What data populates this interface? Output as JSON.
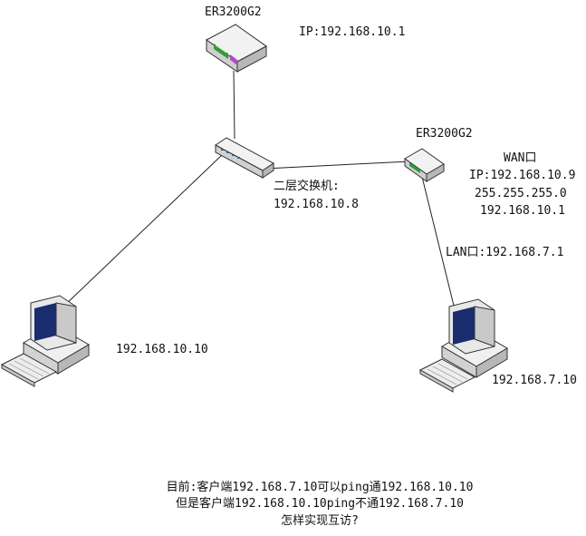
{
  "devices": {
    "router_top": {
      "name": "ER3200G2",
      "ip": "IP:192.168.10.1"
    },
    "switch": {
      "name": "二层交换机:",
      "ip": "192.168.10.8"
    },
    "router_right": {
      "name": "ER3200G2",
      "wan_title": "WAN口",
      "wan_ip": "IP:192.168.10.9",
      "wan_mask": "255.255.255.0",
      "wan_gateway": "192.168.10.1",
      "lan": "LAN口:192.168.7.1"
    },
    "pc_left": {
      "ip": "192.168.10.10"
    },
    "pc_right": {
      "ip": "192.168.7.10"
    }
  },
  "question": {
    "line1": "目前:客户端192.168.7.10可以ping通192.168.10.10",
    "line2": "但是客户端192.168.10.10ping不通192.168.7.10",
    "line3": "怎样实现互访?"
  },
  "colors": {
    "line": "#222222",
    "device_body": "#dcdcdc",
    "screen": "#1a2d6e",
    "port_green": "#2f9a3a"
  }
}
